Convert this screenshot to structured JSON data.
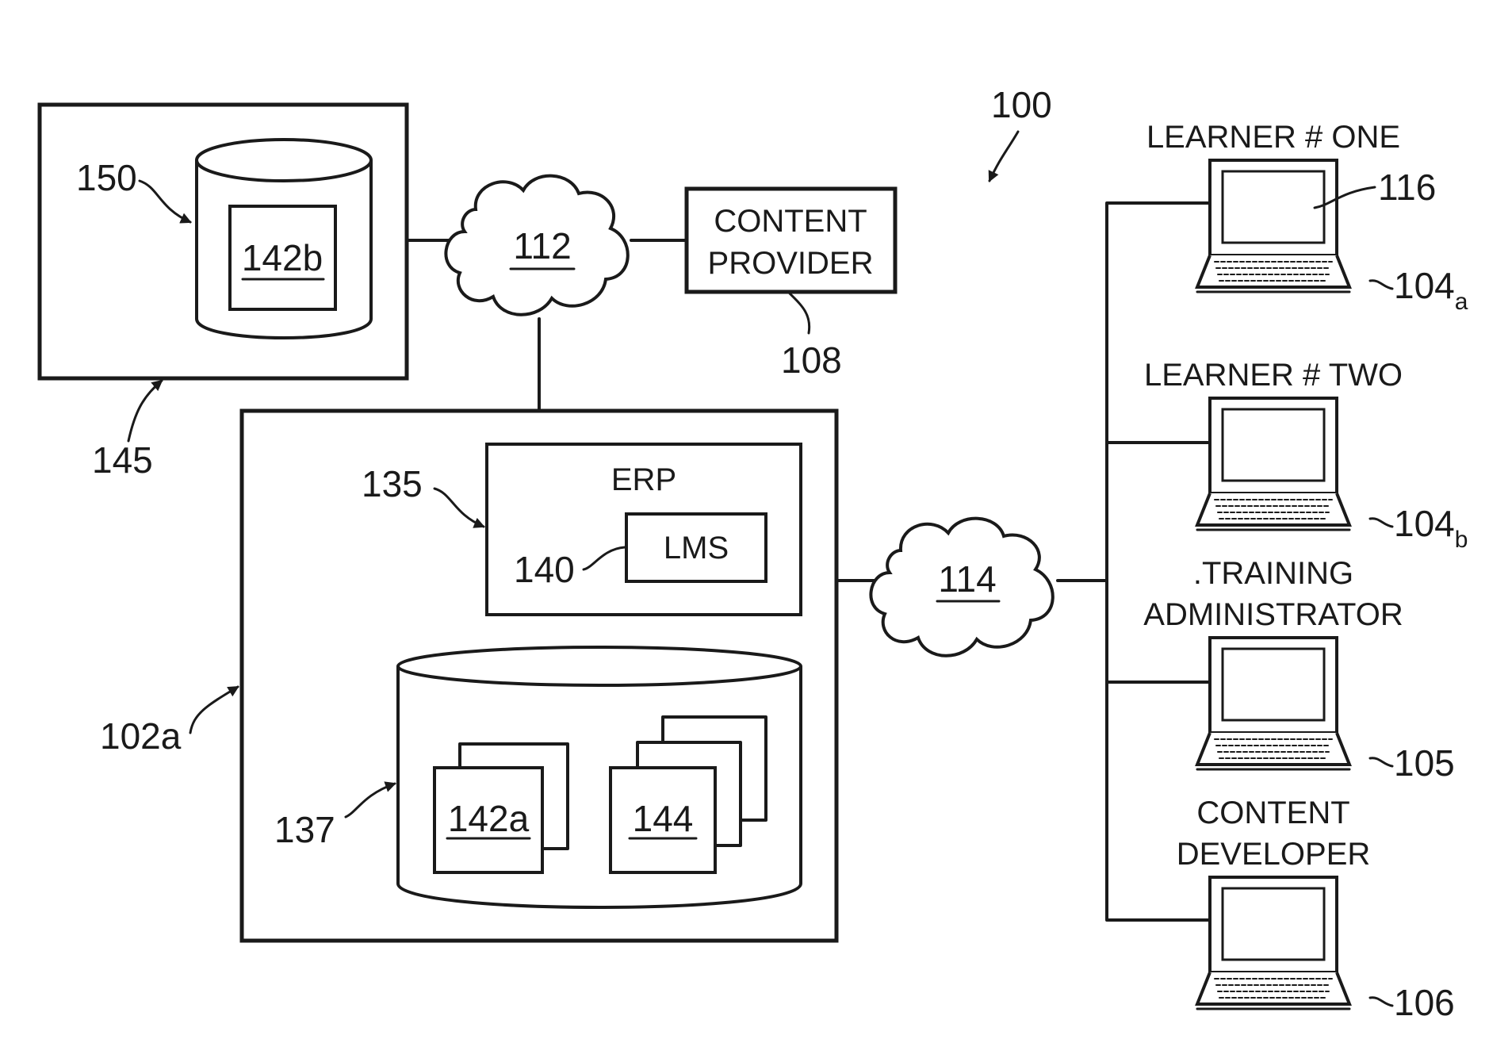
{
  "figure": {
    "ref": "100",
    "storage_145": {
      "ref": "145",
      "db_ref": "150",
      "doc": "142b"
    },
    "network_112": {
      "ref": "112"
    },
    "content_provider": {
      "line1": "CONTENT",
      "line2": "PROVIDER",
      "ref": "108"
    },
    "server_102a": {
      "ref": "102a",
      "erp": {
        "title": "ERP",
        "ref": "135"
      },
      "lms": {
        "label": "LMS",
        "ref": "140"
      },
      "repository": {
        "ref": "137",
        "doc_a": "142a",
        "doc_b": "144"
      }
    },
    "network_114": {
      "ref": "114"
    },
    "clients": [
      {
        "line1": "LEARNER # ONE",
        "line2": "",
        "ref_main": "104",
        "ref_sub": "a",
        "screen_ref": "116"
      },
      {
        "line1": "LEARNER # TWO",
        "line2": "",
        "ref_main": "104",
        "ref_sub": "b"
      },
      {
        "line1": ".TRAINING",
        "line2": "ADMINISTRATOR",
        "ref_main": "105",
        "ref_sub": ""
      },
      {
        "line1": "CONTENT",
        "line2": "DEVELOPER",
        "ref_main": "106",
        "ref_sub": ""
      }
    ]
  }
}
